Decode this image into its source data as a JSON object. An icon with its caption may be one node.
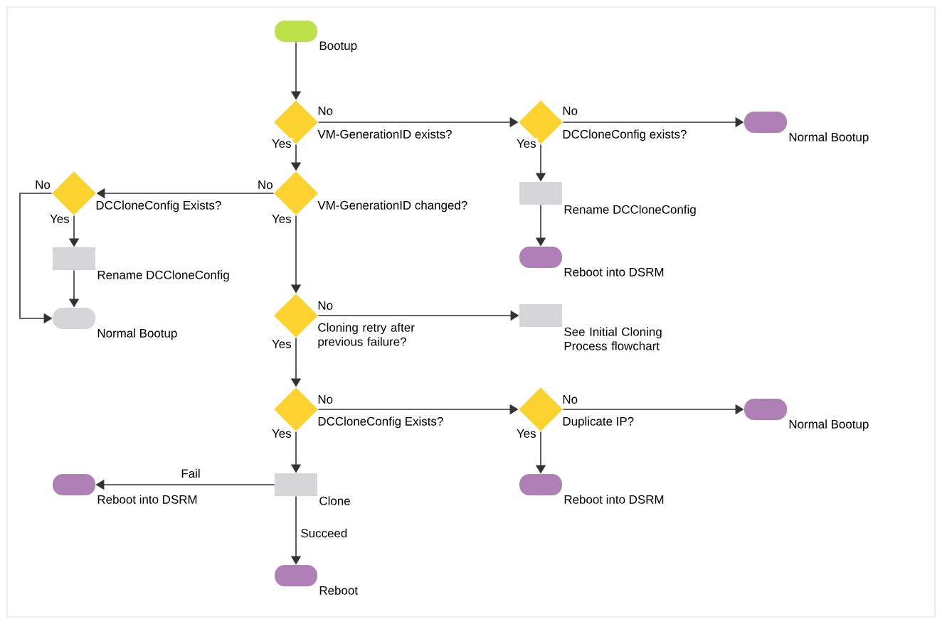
{
  "diagram": {
    "nodes": [
      {
        "text": [
          "Bootup"
        ]
      },
      {
        "text": [
          "VM-GenerationID exists?"
        ]
      },
      {
        "text": [
          "DCCloneConfig exists?"
        ]
      },
      {
        "text": [
          "Normal Bootup"
        ]
      },
      {
        "text": [
          "VM-GenerationID changed?"
        ]
      },
      {
        "text": [
          "DCCloneConfig Exists?"
        ]
      },
      {
        "text": [
          "Rename DCCloneConfig"
        ]
      },
      {
        "text": [
          "Normal Bootup"
        ]
      },
      {
        "text": [
          "Rename DCCloneConfig"
        ]
      },
      {
        "text": [
          "Reboot into DSRM"
        ]
      },
      {
        "text": [
          "Cloning retry after previous failure?"
        ]
      },
      {
        "text": [
          "See Initial Cloning Process flowchart"
        ]
      },
      {
        "text": [
          "DCCloneConfig Exists?"
        ]
      },
      {
        "text": [
          "Duplicate IP?"
        ]
      },
      {
        "text": [
          "Normal Bootup"
        ]
      },
      {
        "text": [
          "Reboot into DSRM"
        ]
      },
      {
        "text": [
          "Clone"
        ]
      },
      {
        "text": [
          "Reboot into DSRM"
        ]
      },
      {
        "text": [
          "Reboot"
        ]
      }
    ],
    "edges": [
      {
        "from": 0,
        "to": 1,
        "arrow": "to"
      },
      {
        "from": 1,
        "to": 2,
        "arrow": "to",
        "label": "No"
      },
      {
        "from": 1,
        "to": 4,
        "arrow": "to",
        "label": "Yes"
      },
      {
        "from": 2,
        "to": 3,
        "arrow": "to",
        "label": "No"
      },
      {
        "from": 2,
        "to": 8,
        "arrow": "to",
        "label": "Yes"
      },
      {
        "from": 8,
        "to": 9,
        "arrow": "to"
      },
      {
        "from": 4,
        "to": 5,
        "arrow": "to",
        "label": "No"
      },
      {
        "from": 5,
        "to": 6,
        "arrow": "to",
        "label": "Yes"
      },
      {
        "from": 6,
        "to": 7,
        "arrow": "to"
      },
      {
        "from": 5,
        "to": 7,
        "arrow": "to",
        "label": "No"
      },
      {
        "from": 4,
        "to": 10,
        "arrow": "to",
        "label": "Yes"
      },
      {
        "from": 10,
        "to": 11,
        "arrow": "to",
        "label": "No"
      },
      {
        "from": 10,
        "to": 12,
        "arrow": "to",
        "label": "Yes"
      },
      {
        "from": 12,
        "to": 13,
        "arrow": "to",
        "label": "No"
      },
      {
        "from": 13,
        "to": 14,
        "arrow": "to",
        "label": "No"
      },
      {
        "from": 13,
        "to": 15,
        "arrow": "to",
        "label": "Yes"
      },
      {
        "from": 12,
        "to": 16,
        "arrow": "to",
        "label": "Yes"
      },
      {
        "from": 16,
        "to": 17,
        "arrow": "to",
        "label": "Fail"
      },
      {
        "from": 16,
        "to": 18,
        "arrow": "to",
        "label": "Succeed"
      }
    ]
  }
}
